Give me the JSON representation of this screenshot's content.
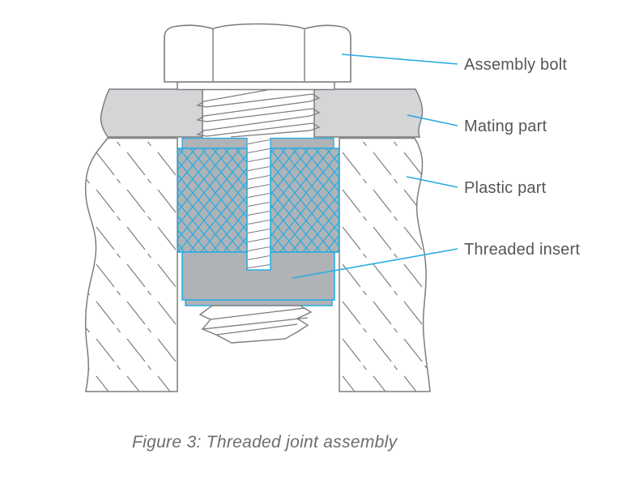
{
  "figure": {
    "caption": "Figure 3: Threaded joint assembly",
    "callouts": [
      {
        "part": "assembly-bolt",
        "text": "Assembly bolt"
      },
      {
        "part": "mating-part",
        "text": "Mating part"
      },
      {
        "part": "plastic-part",
        "text": "Plastic part"
      },
      {
        "part": "threaded-insert",
        "text": "Threaded insert"
      }
    ]
  },
  "colors": {
    "accent_cyan": "#29abe2",
    "drawing_outline": "#7b7d80",
    "mating_part_fill": "#d3d5d7",
    "insert_fill": "#b0b3b6",
    "plastic_fill": "#ffffff",
    "label_text": "#54565a",
    "caption_text": "#6b6d70",
    "background": "#ffffff"
  }
}
